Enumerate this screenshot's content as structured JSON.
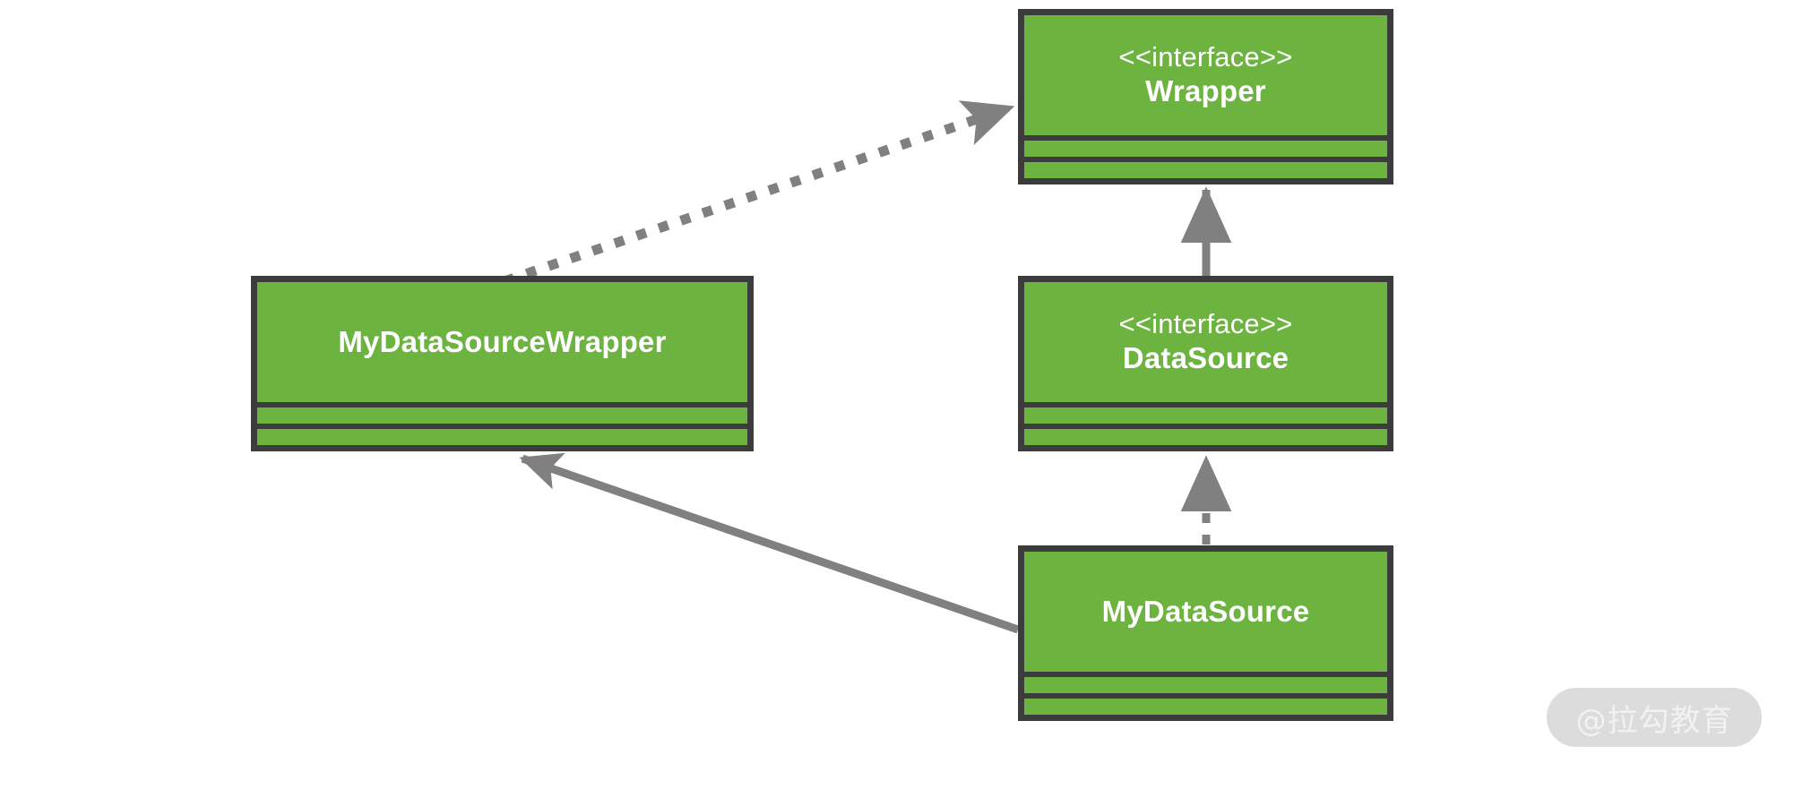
{
  "diagram": {
    "type": "uml-class-diagram",
    "background": "#ffffff",
    "palette": {
      "node_fill": "#6cb33f",
      "node_border": "#3c3c3c",
      "node_text": "#ffffff",
      "edge": "#808080",
      "watermark_badge": "#dcdcdc",
      "watermark_text": "#f2f2f2"
    },
    "nodes": [
      {
        "id": "wrapper",
        "stereotype": "<<interface>>",
        "name": "Wrapper",
        "compartments": 2
      },
      {
        "id": "my-data-source-wrapper",
        "stereotype": "",
        "name": "MyDataSourceWrapper",
        "compartments": 2
      },
      {
        "id": "data-source",
        "stereotype": "<<interface>>",
        "name": "DataSource",
        "compartments": 2
      },
      {
        "id": "my-data-source",
        "stereotype": "",
        "name": "MyDataSource",
        "compartments": 2
      }
    ],
    "edges": [
      {
        "id": "data-source-implements-wrapper",
        "from": "data-source",
        "to": "wrapper",
        "style": "solid",
        "arrowhead": "filled-triangle"
      },
      {
        "id": "my-data-source-realizes-data-source",
        "from": "my-data-source",
        "to": "data-source",
        "style": "dashed",
        "arrowhead": "filled-triangle"
      },
      {
        "id": "my-data-source-wrapper-realizes-wrapper",
        "from": "my-data-source-wrapper",
        "to": "wrapper",
        "style": "dotted",
        "arrowhead": "filled-triangle"
      },
      {
        "id": "my-data-source-associates-my-data-source-wrapper",
        "from": "my-data-source",
        "to": "my-data-source-wrapper",
        "style": "solid",
        "arrowhead": "filled-triangle"
      }
    ]
  },
  "watermark": {
    "text": "@拉勾教育"
  }
}
